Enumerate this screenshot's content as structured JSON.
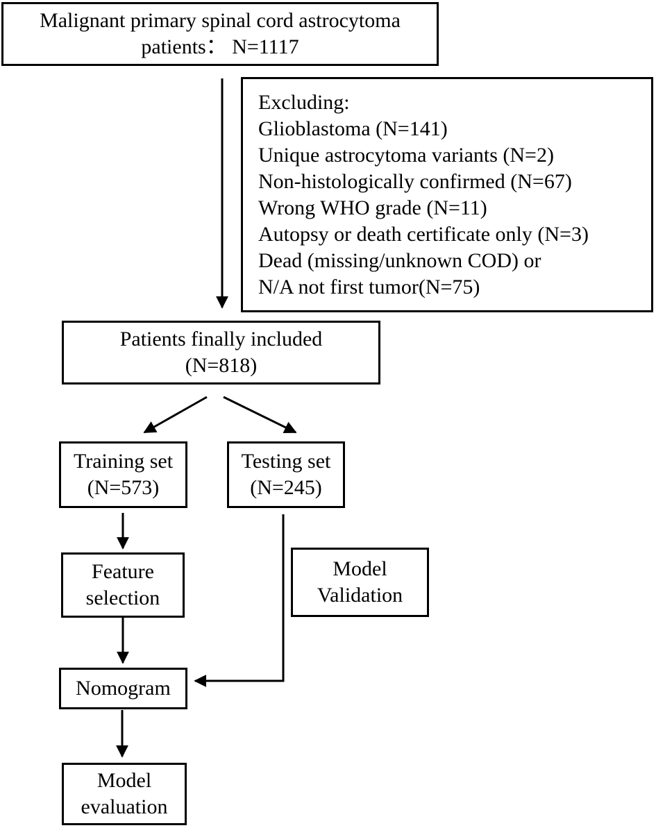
{
  "nodes": {
    "start": [
      "Malignant primary spinal cord astrocytoma",
      "patients： N=1117"
    ],
    "excluding": [
      "Excluding:",
      "Glioblastoma (N=141)",
      "Unique astrocytoma variants (N=2)",
      "Non-histologically confirmed (N=67)",
      "Wrong WHO grade (N=11)",
      "Autopsy or death certificate only (N=3)",
      "Dead (missing/unknown COD) or",
      "N/A not first tumor(N=75)"
    ],
    "included": [
      "Patients finally included",
      "(N=818)"
    ],
    "training": [
      "Training set",
      "(N=573)"
    ],
    "testing": [
      "Testing set",
      "(N=245)"
    ],
    "feature": [
      "Feature",
      "selection"
    ],
    "validation": [
      "Model",
      "Validation"
    ],
    "nomogram": [
      "Nomogram"
    ],
    "evaluation": [
      "Model",
      "evaluation"
    ]
  },
  "colors": {
    "line": "#000000",
    "background": "#ffffff"
  }
}
